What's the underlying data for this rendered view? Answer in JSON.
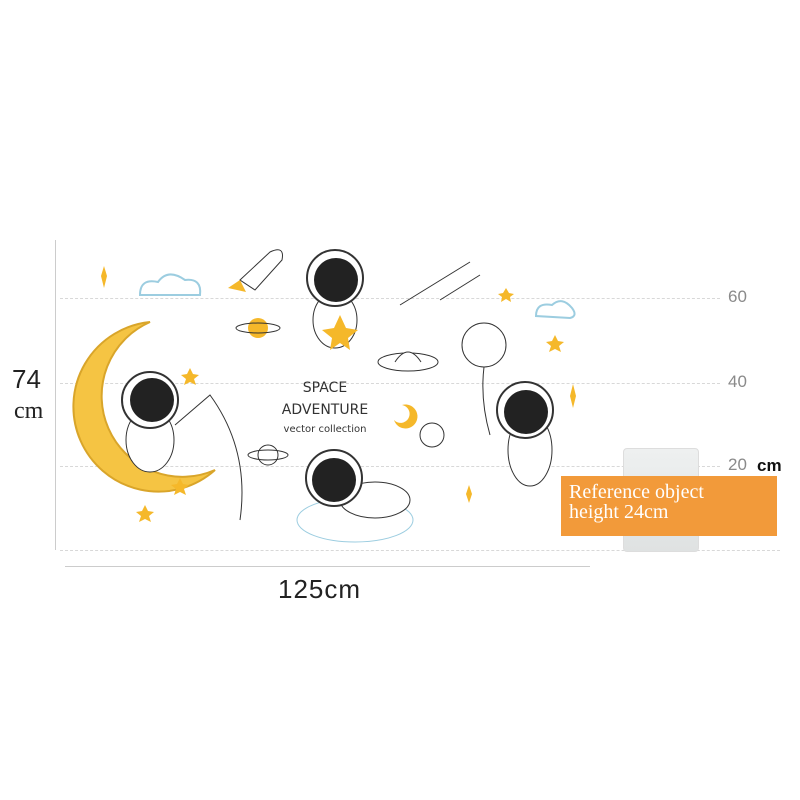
{
  "dimensions": {
    "height_label": "74",
    "height_unit": "cm",
    "width_label": "125cm",
    "ticks": [
      "60",
      "40",
      "20"
    ],
    "tick_unit": "cm"
  },
  "artwork": {
    "title_line1": "SPACE",
    "title_line2": "ADVENTURE",
    "subtitle": "vector collection"
  },
  "reference": {
    "line1": "Reference object",
    "line2": "height 24cm"
  },
  "colors": {
    "accent": "#f29a3a",
    "moon": "#f5c443",
    "star": "#f5b82a"
  }
}
